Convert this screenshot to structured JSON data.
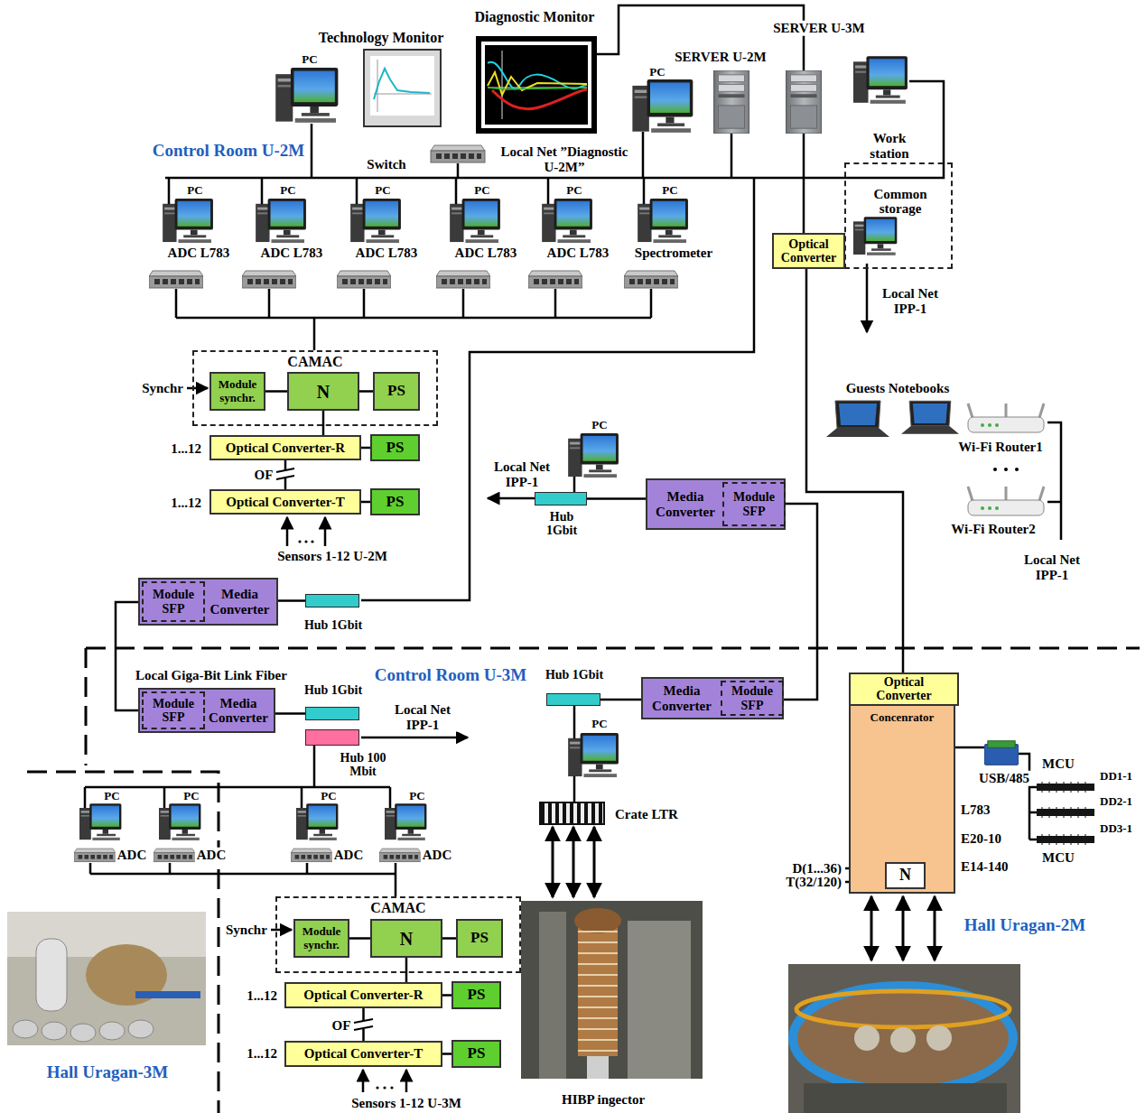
{
  "diagram": {
    "nodes": [
      {
        "text": [
          "Common storage"
        ]
      },
      {
        "text": [
          "Optical Converter"
        ]
      },
      {
        "text": [
          "CAMAC"
        ]
      },
      {
        "text": [
          "Module synchr."
        ],
        "in": 2
      },
      {
        "text": [
          "N"
        ],
        "in": 2
      },
      {
        "text": [
          "PS"
        ],
        "in": 2
      },
      {
        "text": [
          "Optical Converter-R"
        ]
      },
      {
        "text": [
          "PS"
        ]
      },
      {
        "text": [
          "Optical Converter-T"
        ]
      },
      {
        "text": [
          "PS"
        ]
      },
      {
        "text": [
          "Hub 1Gbit"
        ]
      },
      {
        "text": [
          "Media Converter"
        ]
      },
      {
        "text": [
          "Module SFP"
        ],
        "in": 11
      },
      {
        "text": [
          "Media Converter"
        ]
      },
      {
        "text": [
          "Module SFP"
        ],
        "in": 13
      },
      {
        "text": [
          "Hub 1Gbit"
        ]
      },
      {
        "text": [
          "Media Converter"
        ]
      },
      {
        "text": [
          "Module SFP"
        ],
        "in": 16
      },
      {
        "text": [
          "Hub 1Gbit"
        ]
      },
      {
        "text": [
          "Hub 100 Mbit"
        ]
      },
      {
        "text": [
          "Hub 1Gbit"
        ]
      },
      {
        "text": [
          "Media Converter"
        ]
      },
      {
        "text": [
          "Module SFP"
        ],
        "in": 21
      },
      {
        "text": [
          "Concenrator"
        ]
      },
      {
        "text": [
          "Optical Converter"
        ],
        "in": 23
      },
      {
        "text": [
          "N"
        ],
        "in": 23
      },
      {
        "text": [
          "Crate LTR"
        ]
      },
      {
        "text": [
          "CAMAC"
        ]
      },
      {
        "text": [
          "Module synchr."
        ],
        "in": 27
      },
      {
        "text": [
          "N"
        ],
        "in": 27
      },
      {
        "text": [
          "PS"
        ],
        "in": 27
      },
      {
        "text": [
          "Optical Converter-R"
        ]
      },
      {
        "text": [
          "PS"
        ]
      },
      {
        "text": [
          "Optical Converter-T"
        ]
      },
      {
        "text": [
          "PS"
        ]
      }
    ],
    "edges": [
      {
        "from": 3,
        "to": 4,
        "arrow": "none"
      },
      {
        "from": 4,
        "to": 5,
        "arrow": "none"
      },
      {
        "from": 4,
        "to": 6,
        "arrow": "none"
      },
      {
        "from": 6,
        "to": 7,
        "arrow": "none"
      },
      {
        "from": 6,
        "to": 8,
        "label": "OF",
        "arrow": "none"
      },
      {
        "from": 8,
        "to": 9,
        "arrow": "none"
      },
      {
        "from": 1,
        "to": 24,
        "arrow": "none"
      },
      {
        "from": 10,
        "to": 11,
        "arrow": "none"
      },
      {
        "from": 11,
        "to": 21,
        "arrow": "none"
      },
      {
        "from": 21,
        "to": 20,
        "arrow": "none"
      },
      {
        "from": 13,
        "to": 15,
        "arrow": "none"
      },
      {
        "from": 13,
        "to": 16,
        "arrow": "none"
      },
      {
        "from": 16,
        "to": 18,
        "arrow": "none"
      },
      {
        "from": 28,
        "to": 29,
        "arrow": "none"
      },
      {
        "from": 29,
        "to": 30,
        "arrow": "none"
      },
      {
        "from": 29,
        "to": 31,
        "arrow": "none"
      },
      {
        "from": 31,
        "to": 32,
        "arrow": "none"
      },
      {
        "from": 31,
        "to": 33,
        "label": "OF",
        "arrow": "none"
      },
      {
        "from": 33,
        "to": 34,
        "arrow": "none"
      }
    ],
    "labels": [
      "Diagnostic Monitor",
      "SERVER U-3M",
      "Technology Monitor",
      "SERVER U-2M",
      "PC",
      "PC",
      "Work station",
      "Control Room U-2M",
      "Switch",
      "Local Net ”Diagnostic U-2M”",
      "PC",
      "PC",
      "PC",
      "PC",
      "PC",
      "PC",
      "ADC L783",
      "ADC L783",
      "ADC L783",
      "ADC L783",
      "ADC L783",
      "Spectrometer",
      "Local Net IPP-1",
      "Synchr",
      "1...12",
      "1...12",
      "Sensors 1-12 U-2M",
      "Guests Notebooks",
      "PC",
      "Wi-Fi Router1",
      "Local Net IPP-1",
      "Wi-Fi Router2",
      "Local Net IPP-1",
      "Local Giga-Bit Link Fiber",
      "Control Room U-3M",
      "Local Net IPP-1",
      "PC",
      "PC",
      "PC",
      "PC",
      "PC",
      "ADC",
      "ADC",
      "ADC",
      "ADC",
      "Synchr",
      "1...12",
      "1...12",
      "Sensors 1-12 U-3M",
      "Hall Uragan-2M",
      "USB/485",
      "MCU",
      "DD1-1",
      "DD2-1",
      "DD3-1",
      "L783",
      "E20-10",
      "E14-140",
      "MCU",
      "D(1...36)",
      "T(32/120)",
      "Hall Uragan-3M",
      "HIBP ingector"
    ]
  }
}
